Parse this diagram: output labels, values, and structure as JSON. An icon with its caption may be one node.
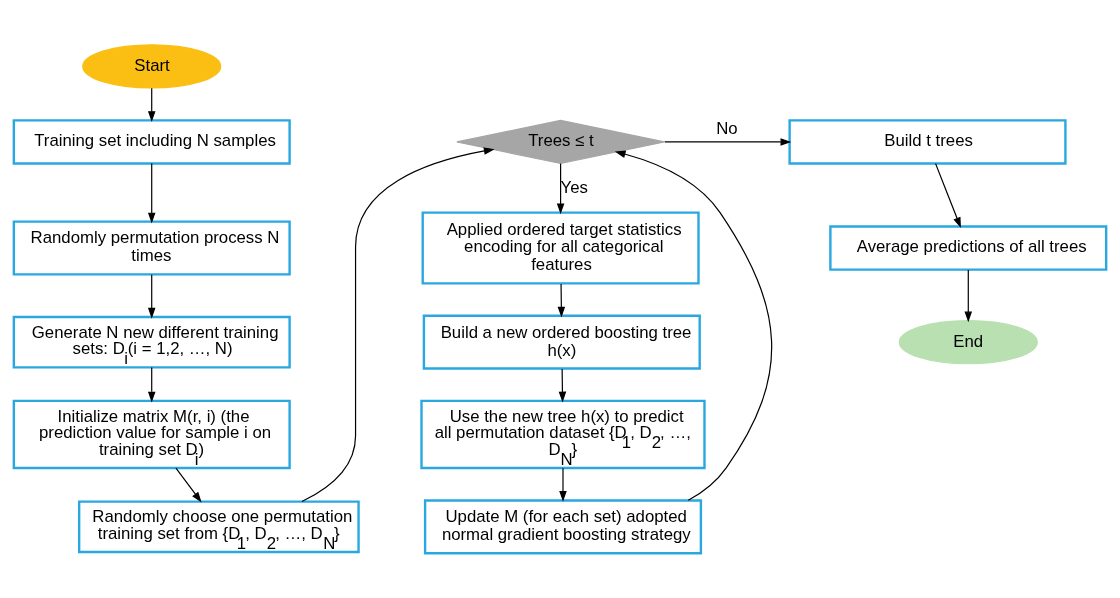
{
  "diagram": {
    "nodes": [
      {
        "text": [
          "Start"
        ]
      },
      {
        "text": [
          "Training set including N samples"
        ]
      },
      {
        "text": [
          "Randomly permutation process N times"
        ]
      },
      {
        "text": [
          "Generate N new different training sets: D$_{i}$(i = 1,2, …, N)"
        ]
      },
      {
        "text": [
          "Initialize matrix M(r, i) (the prediction value for sample i on training set D$_{i}$)"
        ]
      },
      {
        "text": [
          "Randomly choose one permutation training set from {D$_{1}$, D$_{2}$, …, D$_{N}$}"
        ]
      },
      {
        "text": [
          "Trees ≤ t"
        ]
      },
      {
        "text": [
          "Applied ordered target statistics encoding for all categorical features"
        ]
      },
      {
        "text": [
          "Build a new ordered boosting tree h(x)"
        ]
      },
      {
        "text": [
          "Use the new tree h(x) to predict all permutation dataset {D$_{1}$, D$_{2}$, …, D$_{N}$}"
        ]
      },
      {
        "text": [
          "Update M (for each set) adopted normal gradient boosting strategy"
        ]
      },
      {
        "text": [
          "Build t trees"
        ]
      },
      {
        "text": [
          "Average predictions of all trees"
        ]
      },
      {
        "text": [
          "End"
        ]
      }
    ],
    "edges": [
      {
        "from": 0,
        "to": 1,
        "arrow": "to"
      },
      {
        "from": 1,
        "to": 2,
        "arrow": "to"
      },
      {
        "from": 2,
        "to": 3,
        "arrow": "to"
      },
      {
        "from": 3,
        "to": 4,
        "arrow": "to"
      },
      {
        "from": 4,
        "to": 5,
        "arrow": "to"
      },
      {
        "from": 5,
        "to": 6,
        "arrow": "to"
      },
      {
        "from": 6,
        "to": 7,
        "arrow": "to",
        "label": "Yes"
      },
      {
        "from": 7,
        "to": 8,
        "arrow": "to"
      },
      {
        "from": 8,
        "to": 9,
        "arrow": "to"
      },
      {
        "from": 9,
        "to": 10,
        "arrow": "to"
      },
      {
        "from": 10,
        "to": 6,
        "arrow": "to"
      },
      {
        "from": 6,
        "to": 11,
        "arrow": "to",
        "label": "No"
      },
      {
        "from": 11,
        "to": 12,
        "arrow": "to"
      },
      {
        "from": 12,
        "to": 13,
        "arrow": "to"
      }
    ]
  }
}
